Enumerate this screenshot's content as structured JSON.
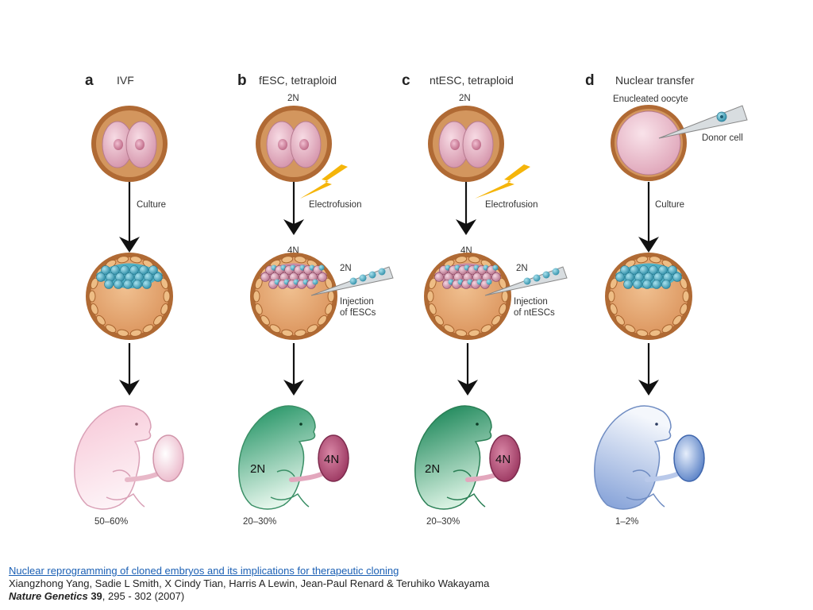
{
  "panels": [
    {
      "letter": "a",
      "title": "IVF",
      "top_label": "",
      "step_label": "Culture",
      "mid_label": "",
      "outcome": "50–60%"
    },
    {
      "letter": "b",
      "title": "fESC, tetraploid",
      "top_label": "2N",
      "step_label": "Electrofusion",
      "mid_label": "4N",
      "inject_ploidy": "2N",
      "inject_line1": "Injection",
      "inject_line2": "of fESCs",
      "pup_ploidy": "2N",
      "placenta_ploidy": "4N",
      "outcome": "20–30%"
    },
    {
      "letter": "c",
      "title": "ntESC, tetraploid",
      "top_label": "2N",
      "step_label": "Electrofusion",
      "mid_label": "4N",
      "inject_ploidy": "2N",
      "inject_line1": "Injection",
      "inject_line2": "of ntESCs",
      "pup_ploidy": "2N",
      "placenta_ploidy": "4N",
      "outcome": "20–30%"
    },
    {
      "letter": "d",
      "title": "Nuclear transfer",
      "top_label": "Enucleated oocyte",
      "donor_label": "Donor cell",
      "step_label": "Culture",
      "mid_label": "",
      "outcome": "1–2%"
    }
  ],
  "colors": {
    "zona": "#b06a34",
    "embryo_pink": "#e9b9c7",
    "blastocyst": "#e0a06a",
    "icm_blue": "#47a7bd",
    "icm_pink": "#c9869e",
    "pup_pink": "#f2cfdc",
    "pup_green": "#2f9a6a",
    "pup_blue": "#8fa8d8",
    "placenta_maroon": "#a23c66",
    "bolt": "#f5b50a",
    "arrow": "#111111"
  },
  "citation": {
    "title": "Nuclear reprogramming of cloned embryos and its implications for therapeutic cloning",
    "authors": "Xiangzhong Yang, Sadie L Smith, X Cindy Tian, Harris A Lewin, Jean-Paul Renard & Teruhiko Wakayama",
    "journal": "Nature Genetics",
    "volume": "39",
    "pages": ", 295 - 302 (2007)"
  }
}
